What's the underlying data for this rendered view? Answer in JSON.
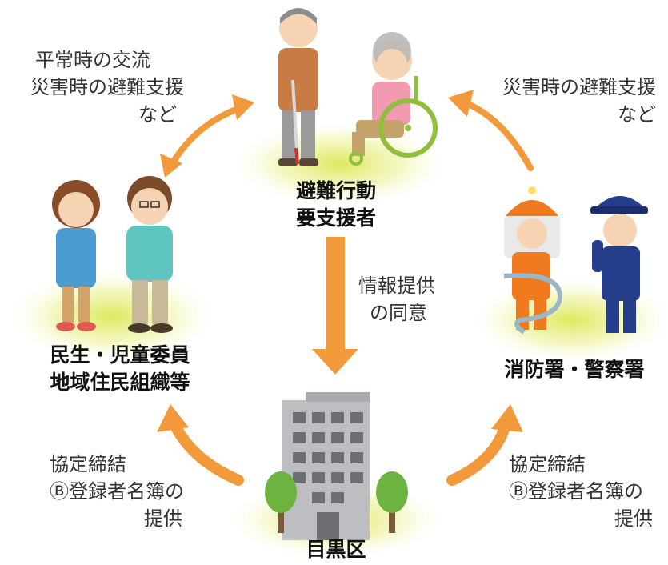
{
  "nodes": {
    "top": {
      "label_line1": "避難行動",
      "label_line2": "要支援者"
    },
    "left": {
      "label_line1": "民生・児童委員",
      "label_line2": "地域住民組織等"
    },
    "right": {
      "label": "消防署・警察署"
    },
    "bottom": {
      "label": "目黒区"
    }
  },
  "edges": {
    "top_left": {
      "line1": "平常時の交流",
      "line2": "災害時の避難支援",
      "line3": "など"
    },
    "right_top": {
      "line1": "災害時の避難支援",
      "line2": "など"
    },
    "top_bottom": {
      "line1": "情報提供",
      "line2": "の同意"
    },
    "bottom_left": {
      "line1": "協定締結",
      "line2": "Ⓑ登録者名簿の",
      "line3": "提供"
    },
    "bottom_right": {
      "line1": "協定締結",
      "line2": "Ⓑ登録者名簿の",
      "line3": "提供"
    }
  },
  "colors": {
    "arrow": "#F29A3B",
    "glow": "#E4EE6A",
    "building": "#BDBEC1",
    "window": "#6E6F73",
    "tree": "#6DB33F"
  }
}
